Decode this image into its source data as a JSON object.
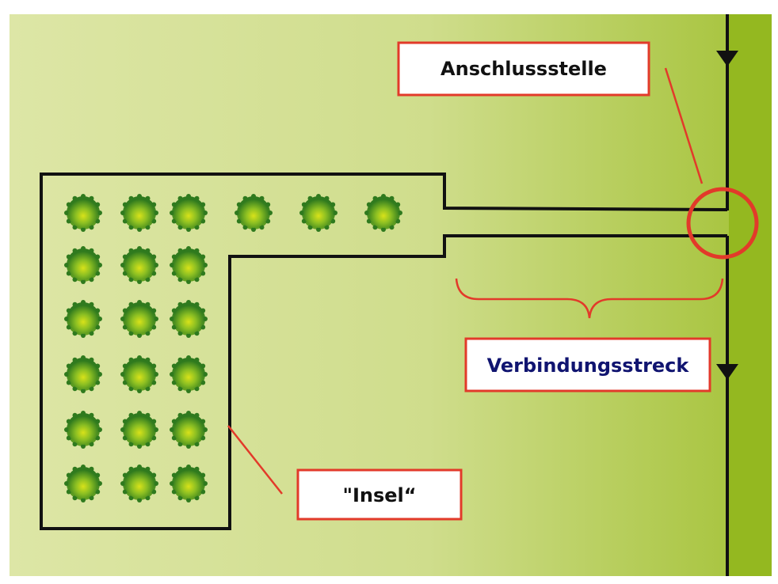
{
  "labels": {
    "junction": "Anschlussstelle",
    "connection": "Verbindungsstreck",
    "island": "\"Insel“"
  },
  "colors": {
    "background_left": "#dde6a6",
    "background_right": "#a4c237",
    "boundary_strip": "#94b820",
    "wire": "#111111",
    "callout_red": "#e23a2a",
    "junction_text": "#111111",
    "connection_text": "#101470",
    "island_text": "#111111",
    "shrub_center": "#d8e21a",
    "shrub_edge": "#2f7a1e"
  },
  "diagram": {
    "shrub_grid": {
      "top_row_count": 6,
      "column_rows_below": 5,
      "columns_below": 3
    },
    "boundary_arrows": 2,
    "icons": [
      "shrub-icon",
      "arrow-down-icon",
      "junction-circle",
      "brace"
    ]
  }
}
